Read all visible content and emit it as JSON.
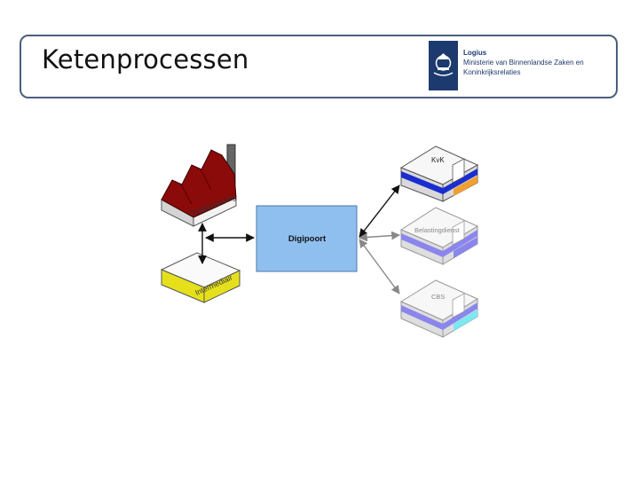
{
  "header": {
    "title": "Ketenprocessen",
    "logo_lines": [
      "Logius",
      "Ministerie van Binnenlandse Zaken en",
      "Koninkrijksrelaties"
    ]
  },
  "diagram": {
    "hub_label": "Digipoort",
    "org_label": "Onderneming",
    "intermediary_label": "Intermediair",
    "targets": [
      "KvK",
      "Belastingdienst",
      "CBS"
    ]
  },
  "colors": {
    "hub": "#8fbfef",
    "factory_red": "#8b0a0a",
    "intermediary_yellow": "#e6e01c",
    "kvk_blue": "#1a2ecf",
    "kvk_orange": "#f0a030",
    "bd_purple": "#8b86ec",
    "cbs_purple": "#8b86ec",
    "cbs_cyan": "#7ce8f0"
  }
}
